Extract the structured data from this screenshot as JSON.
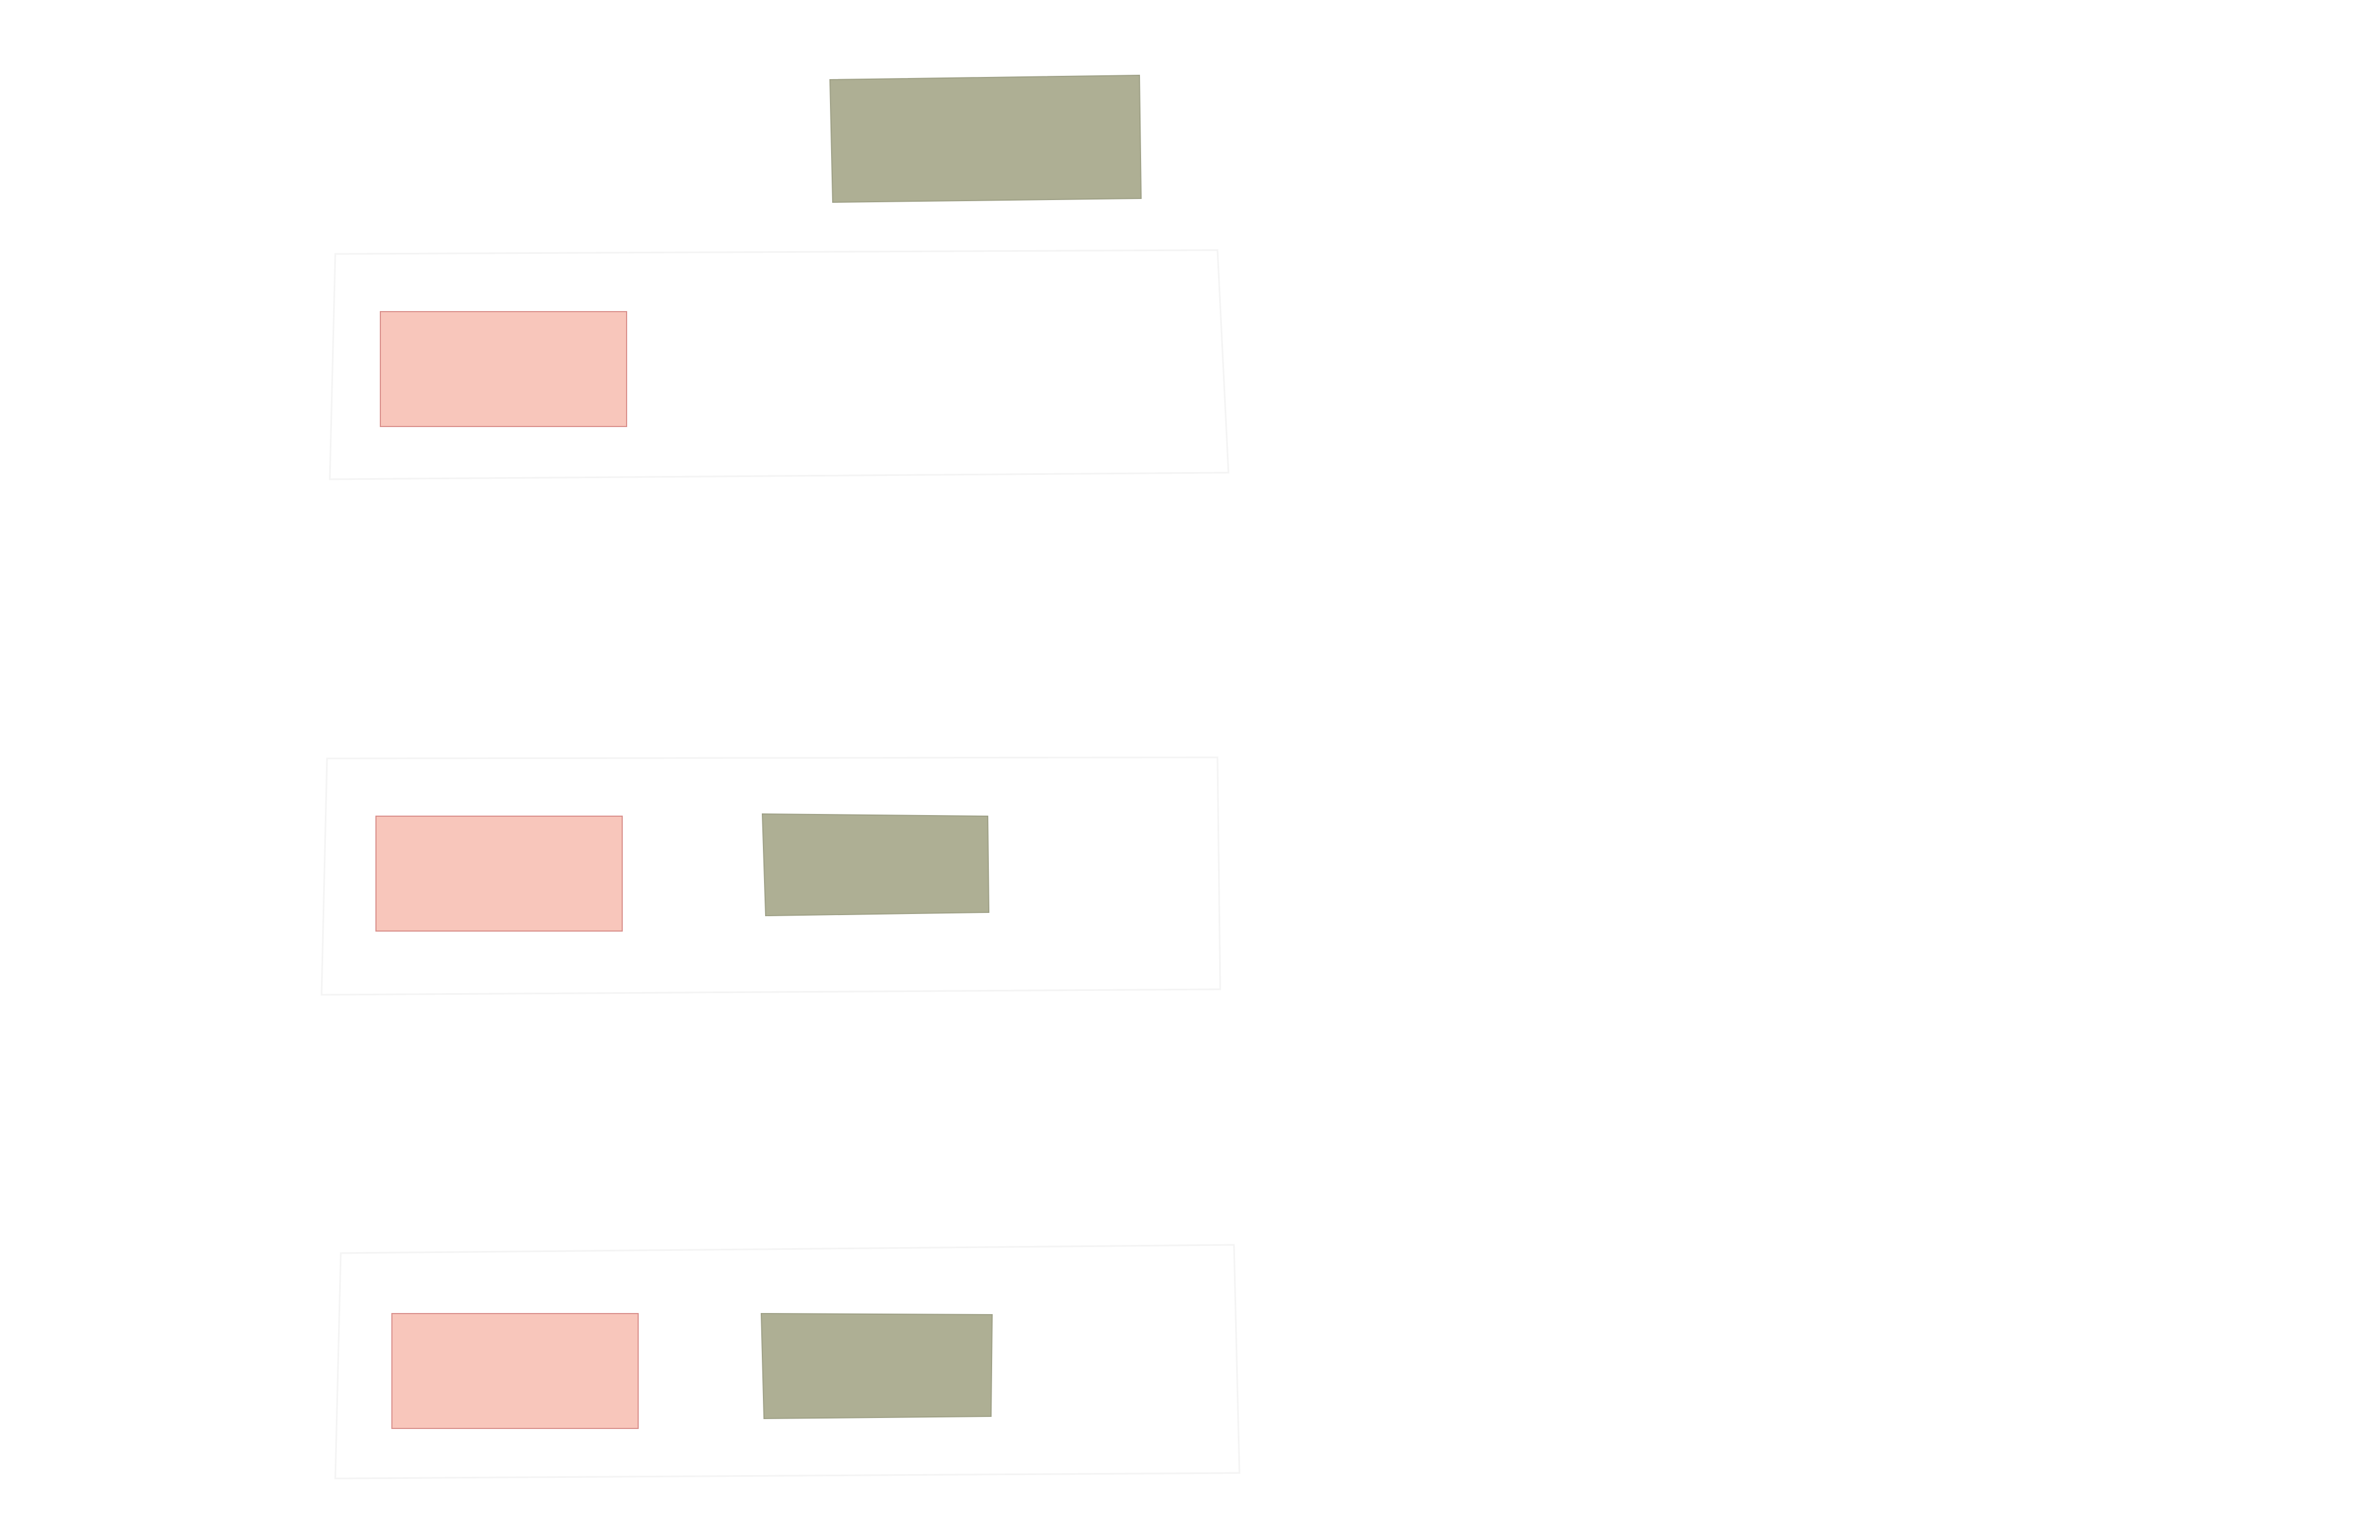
{
  "diagram": {
    "colors": {
      "background": "#ffffff",
      "olive_fill": "#aeaf94",
      "olive_stroke": "#9ea086",
      "pink_fill": "#f8c6bb",
      "pink_stroke": "#d98f8b",
      "group_stroke": "#f4f4f4"
    },
    "top_node": {
      "shape": "rectangle",
      "fill": "olive",
      "label": ""
    },
    "groups": [
      {
        "id": "group-1",
        "nodes": [
          {
            "shape": "rectangle",
            "fill": "pink",
            "label": ""
          }
        ]
      },
      {
        "id": "group-2",
        "nodes": [
          {
            "shape": "rectangle",
            "fill": "pink",
            "label": ""
          },
          {
            "shape": "rectangle",
            "fill": "olive",
            "label": ""
          }
        ]
      },
      {
        "id": "group-3",
        "nodes": [
          {
            "shape": "rectangle",
            "fill": "pink",
            "label": ""
          },
          {
            "shape": "rectangle",
            "fill": "olive",
            "label": ""
          }
        ]
      }
    ]
  }
}
